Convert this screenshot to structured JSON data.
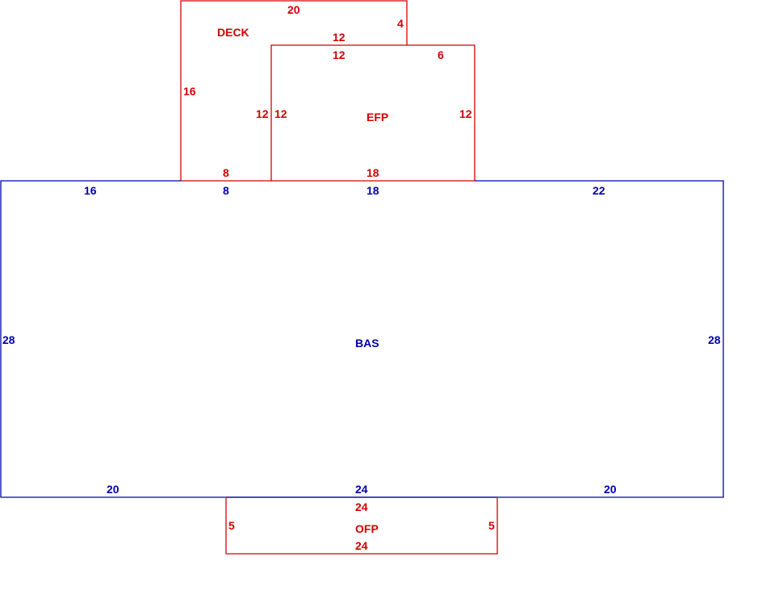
{
  "colors": {
    "red": "#d40000",
    "blue": "#0000aa",
    "background": "#ffffff"
  },
  "areas": {
    "deck": {
      "name": "DECK",
      "top": "20",
      "right": "4",
      "inner_top": "12",
      "left": "16",
      "inner_right": "12",
      "bottom": "8"
    },
    "efp": {
      "name": "EFP",
      "top_left": "12",
      "top_right": "6",
      "left": "12",
      "right": "12",
      "bottom": "18"
    },
    "bas": {
      "name": "BAS",
      "top_1": "16",
      "top_2": "8",
      "top_3": "18",
      "top_4": "22",
      "left": "28",
      "right": "28",
      "bottom_1": "20",
      "bottom_2": "24",
      "bottom_3": "20"
    },
    "ofp": {
      "name": "OFP",
      "top": "24",
      "left": "5",
      "right": "5",
      "bottom": "24"
    }
  }
}
